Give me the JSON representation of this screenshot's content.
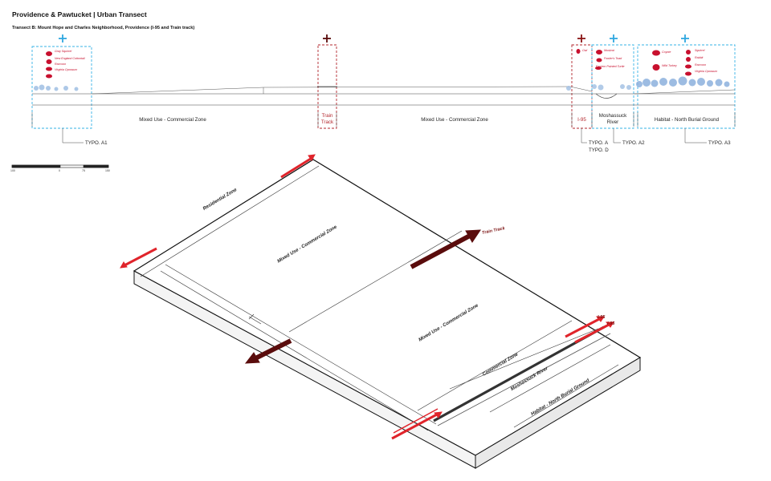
{
  "header": {
    "title": "Providence & Pawtucket | Urban Transect",
    "subtitle": "Transect B: Mount Hope and Charles Neighborhood, Providence (I-95 and Train track)"
  },
  "transect": {
    "markers": [
      "+",
      "+",
      "+",
      "+",
      "+"
    ],
    "zones": {
      "mixed_1": "Mixed Use - Commercial Zone",
      "train_track": "Train Track",
      "mixed_2": "Mixed Use - Commercial Zone",
      "i95": "I-95",
      "river": "Moshassuck River",
      "habitat": "Habitat - North Burial Ground"
    },
    "species": {
      "a1": [
        "Gray Squirrel",
        "New England Cottontail",
        "Raccoon",
        "Virginia Opossum"
      ],
      "i95": [
        "Owl"
      ],
      "a2": [
        "Muskrat",
        "Fowler's Toad",
        "Eastern Painted Turtle"
      ],
      "a3_left": [
        "Coyote",
        "Wild Turkey"
      ],
      "a3_right": [
        "Squirrel",
        "Rabbit",
        "Raccoon",
        "Virginia Opossum"
      ]
    },
    "typologies": {
      "a1": "TYPO. A1",
      "a": "TYPO. A",
      "d": "TYPO. D",
      "a2": "TYPO. A2",
      "a3": "TYPO. A3"
    }
  },
  "scale_bar": {
    "ticks": [
      "100",
      "0",
      "75",
      "150"
    ]
  },
  "iso": {
    "residential": "Residential Zone",
    "mixed_1": "Mixed Use - Commercial Zone",
    "mixed_2": "Mixed Use - Commercial Zone",
    "commercial": "Commercial Zone",
    "river": "Moshassuck River",
    "habitat": "Habitat - North Burial Ground",
    "train_track": "Train Track",
    "i95_a": "I-95",
    "i95_b": "I-95"
  },
  "colors": {
    "blue_dashed": "#35b3e6",
    "red_dashed": "#c8102e",
    "dark_red_arrow": "#5a0c0c",
    "red_arrow": "#e0242b",
    "trees": "#7fa6d8"
  }
}
